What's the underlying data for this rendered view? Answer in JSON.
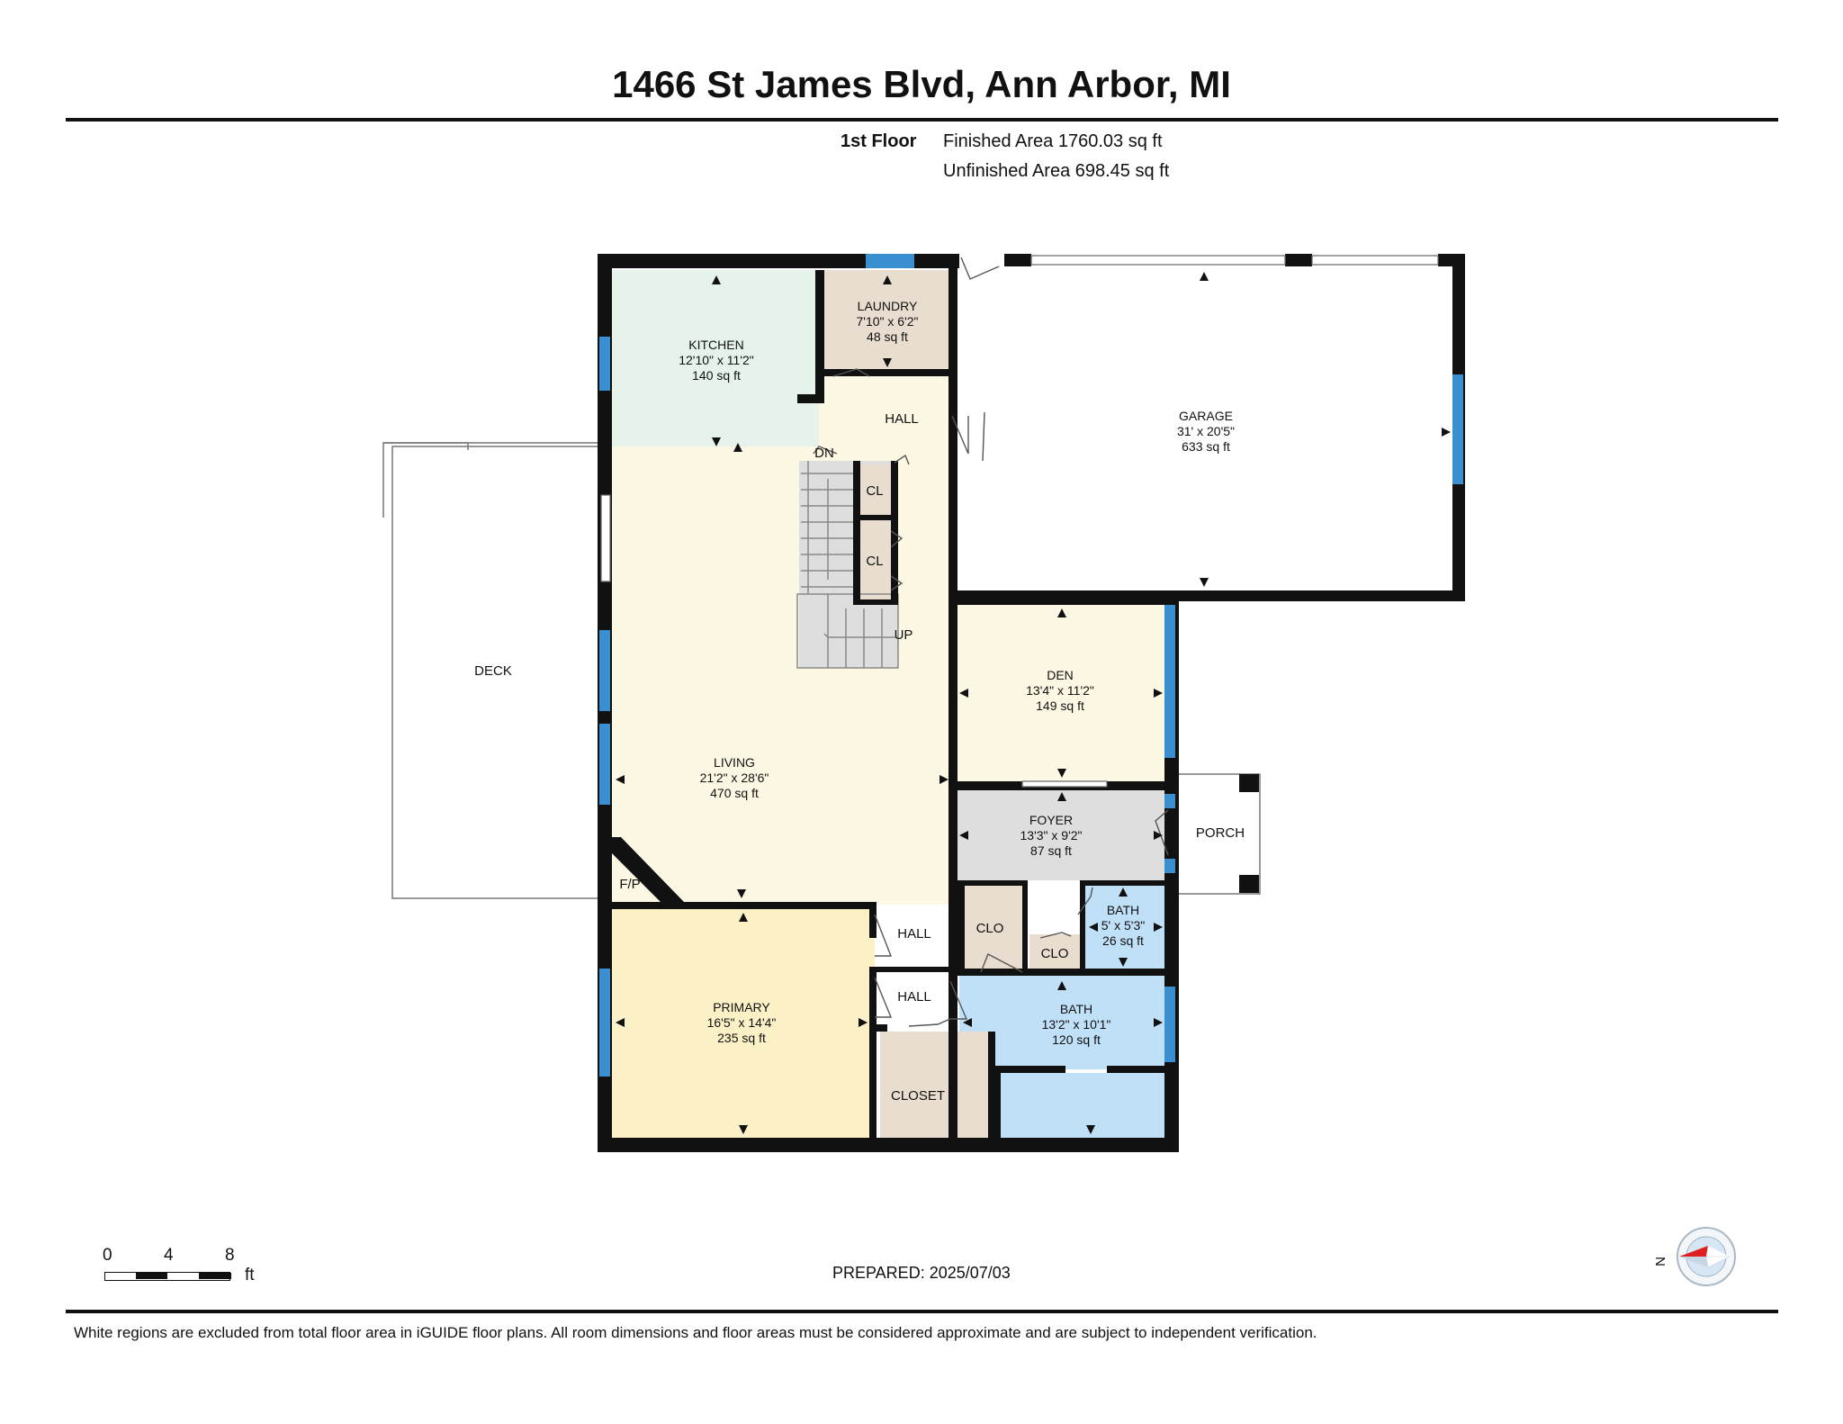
{
  "header": {
    "title": "1466 St James Blvd, Ann Arbor, MI",
    "floor": "1st Floor",
    "finished_area": "Finished Area 1760.03 sq ft",
    "unfinished_area": "Unfinished Area 698.45 sq ft"
  },
  "rooms": {
    "kitchen": {
      "name": "KITCHEN",
      "dims": "12'10\" x 11'2\"",
      "area": "140 sq ft"
    },
    "laundry": {
      "name": "LAUNDRY",
      "dims": "7'10\" x 6'2\"",
      "area": "48 sq ft"
    },
    "garage": {
      "name": "GARAGE",
      "dims": "31' x 20'5\"",
      "area": "633 sq ft"
    },
    "living": {
      "name": "LIVING",
      "dims": "21'2\" x 28'6\"",
      "area": "470 sq ft"
    },
    "den": {
      "name": "DEN",
      "dims": "13'4\" x 11'2\"",
      "area": "149 sq ft"
    },
    "foyer": {
      "name": "FOYER",
      "dims": "13'3\" x 9'2\"",
      "area": "87 sq ft"
    },
    "bath_small": {
      "name": "BATH",
      "dims": "5' x 5'3\"",
      "area": "26 sq ft"
    },
    "bath_main": {
      "name": "BATH",
      "dims": "13'2\" x 10'1\"",
      "area": "120 sq ft"
    },
    "primary": {
      "name": "PRIMARY",
      "dims": "16'5\" x 14'4\"",
      "area": "235 sq ft"
    }
  },
  "labels": {
    "deck": "DECK",
    "porch": "PORCH",
    "hall": "HALL",
    "cl": "CL",
    "clo": "CLO",
    "closet": "CLOSET",
    "fp": "F/P",
    "dn": "DN",
    "up": "UP"
  },
  "scale": {
    "ticks": [
      "0",
      "4",
      "8"
    ],
    "unit": "ft"
  },
  "prepared": "PREPARED: 2025/07/03",
  "compass": {
    "letter": "N"
  },
  "disclaimer": "White regions are excluded from total floor area in iGUIDE floor plans. All room dimensions and floor areas must be considered approximate and are subject to independent verification.",
  "colors": {
    "kitchen": "#e6f3ea",
    "laundry": "#e8ddce",
    "living": "#fdf8e4",
    "den": "#fdf8e4",
    "foyer": "#dedede",
    "bath": "#bfe0f7",
    "primary": "#fcf0c6",
    "closet": "#e8ddce",
    "wall": "#111111",
    "window": "#3a8fd0",
    "compass_arrow": "#e02020"
  }
}
